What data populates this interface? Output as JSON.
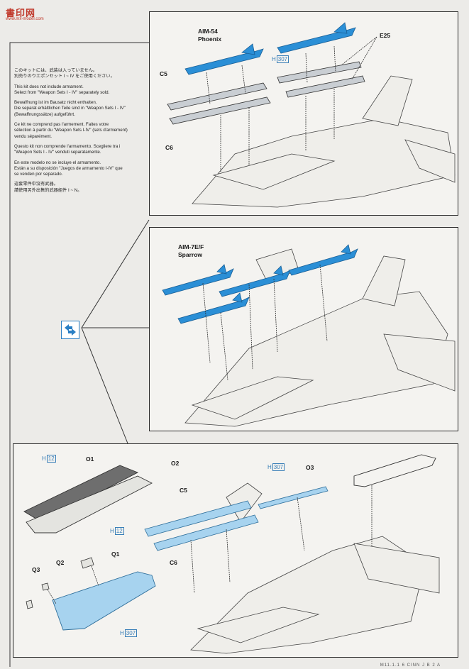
{
  "watermark": {
    "brand": "書印网",
    "url": "www.mx-model.com"
  },
  "notes": {
    "japanese": [
      "このキットには、武装は入っていません。",
      "別売りのウエポンセット I ~ IV をご使用ください。"
    ],
    "english": [
      "This kit does not include armament.",
      "Select from \"Weapon Sets I - IV\" separately sold."
    ],
    "german": [
      "Bewaffnung ist im Bausatz nicht enthalten.",
      "Die separat erhältlichen Teile sind in \"Weapon Sets I - IV\"",
      "(Bewaffnungssätze) aufgeführt."
    ],
    "french": [
      "Ce kit ne comprend pas l'armement. Faites votre",
      "sélection à partir du \"Weapon Sets I-IV\" (sets d'armement)",
      "vendu séparément."
    ],
    "italian": [
      "Questo kit non comprende l'armamento.   Scegliere tra i",
      "\"Weapon Sets I - IV\" venduti separatamente."
    ],
    "spanish": [
      "En este modelo no se incluye el armamento.",
      "Están a su disposición \"Juegos de armamento I-IV\" que",
      "se venden por separado."
    ],
    "chinese": [
      "這套零件中沒有武器。",
      "請使用另外出售的武器組件 I ~ N。"
    ]
  },
  "panel_top": {
    "missile_label": "AIM-54",
    "missile_sublabel": "Phoenix",
    "e25": "E25",
    "c5": "C5",
    "c6": "C6",
    "h307": "307",
    "h_letter": "H"
  },
  "panel_mid": {
    "missile_label": "AIM-7E/F",
    "missile_sublabel": "Sparrow"
  },
  "panel_bottom": {
    "h12_top": "12",
    "h12_bottom": "12",
    "h_letter": "H",
    "o1": "O1",
    "o2": "O2",
    "o3": "O3",
    "h307_top": "307",
    "h307_bottom": "307",
    "c5": "C5",
    "c6": "C6",
    "q1": "Q1",
    "q2": "Q2",
    "q3": "Q3"
  },
  "footer": "M11.1.1 6 CINN J B 2 A",
  "colors": {
    "missile_blue": "#2b8fd6",
    "tank_blue": "#a7d3ef",
    "ref_blue": "#3a7fb8",
    "line": "#333333"
  }
}
